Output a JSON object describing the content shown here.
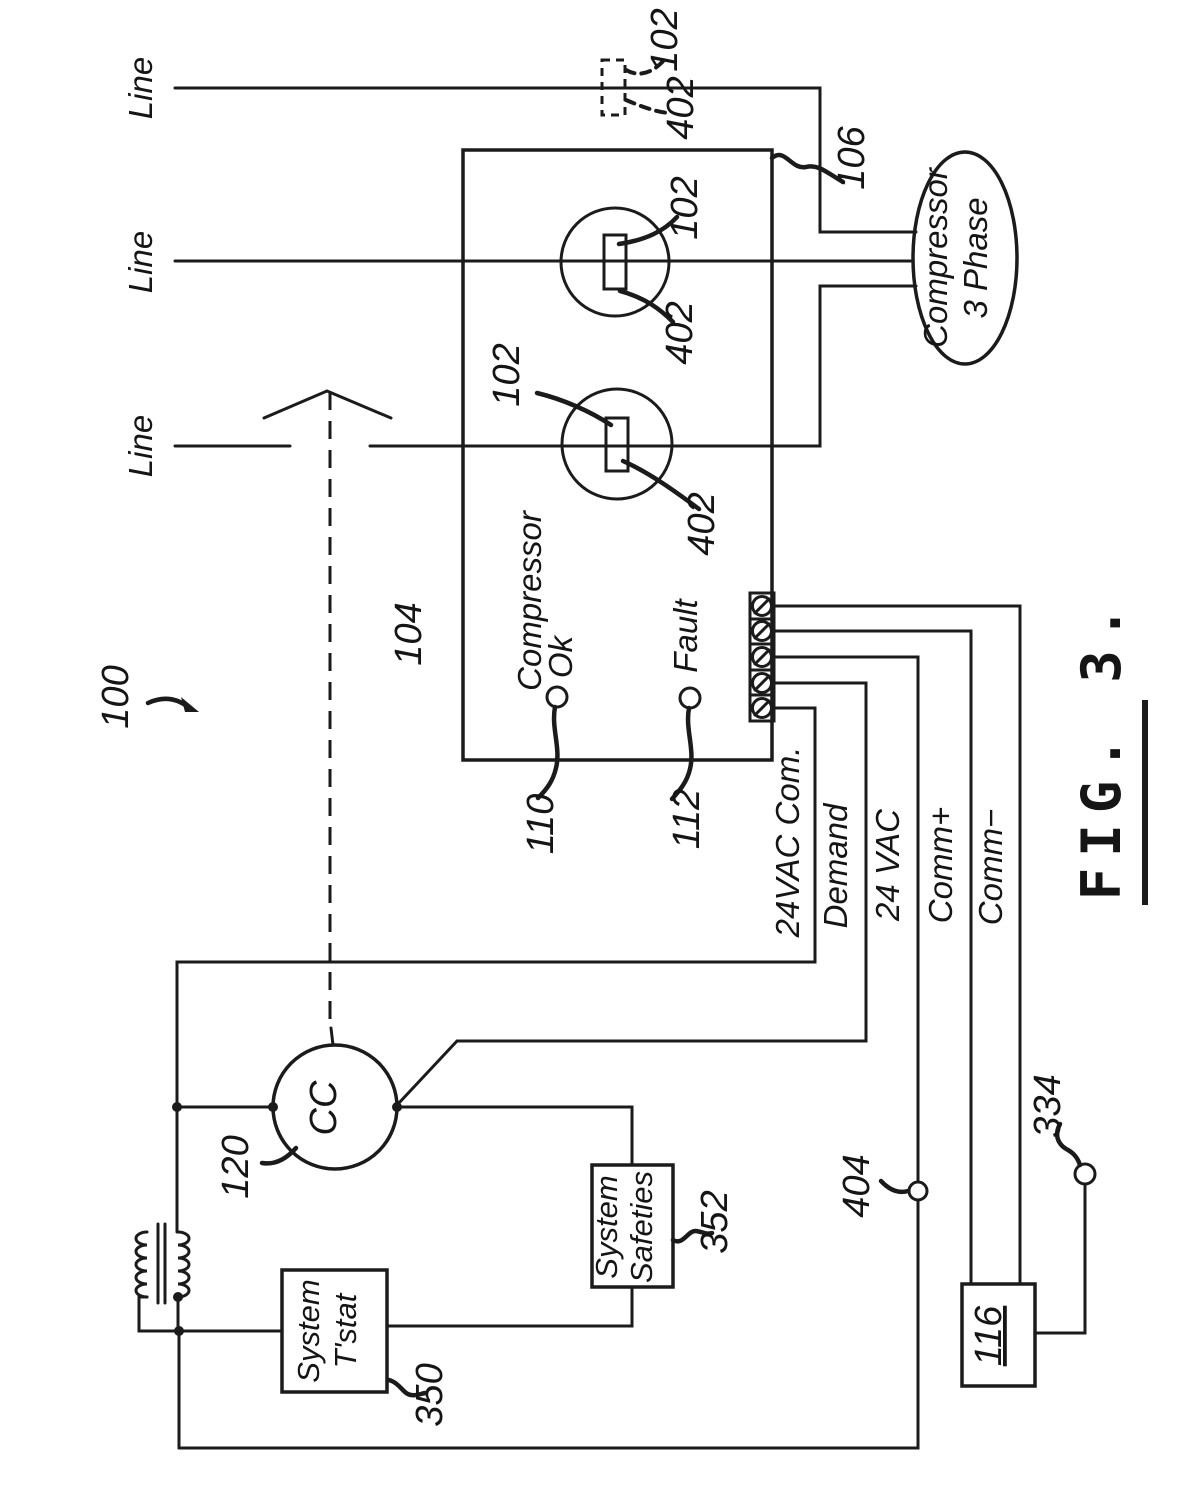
{
  "figure": {
    "label": "FIG. 3.",
    "system_ref": "100"
  },
  "power_lines": {
    "line_label": "Line",
    "breaker": {
      "ref": "102",
      "contact_ref": "402"
    }
  },
  "controller": {
    "ref": "104",
    "ok_indicator": {
      "line1": "Compressor",
      "line2": "Ok",
      "ref": "110"
    },
    "fault_indicator": {
      "label": "Fault",
      "ref": "112"
    },
    "contactor_top": {
      "ref": "102",
      "contact_ref": "402"
    },
    "contactor_bottom": {
      "ref": "102",
      "contact_ref": "402"
    }
  },
  "motor": {
    "line1": "Compressor",
    "line2": "3 Phase",
    "ref": "106"
  },
  "terminals": {
    "vac_com": "24VAC Com.",
    "demand": "Demand",
    "vac": "24 VAC",
    "comm_plus": "Comm+",
    "comm_minus": "Comm−"
  },
  "control_circuit": {
    "contactor_coil": "CC",
    "coil_ref": "120",
    "safeties_line1": "System",
    "safeties_line2": "Safeties",
    "safeties_ref": "352",
    "tstat_line1": "System",
    "tstat_line2": "T'stat",
    "tstat_ref": "350",
    "connector_404": "404",
    "connector_334": "334",
    "module_ref": "116"
  }
}
